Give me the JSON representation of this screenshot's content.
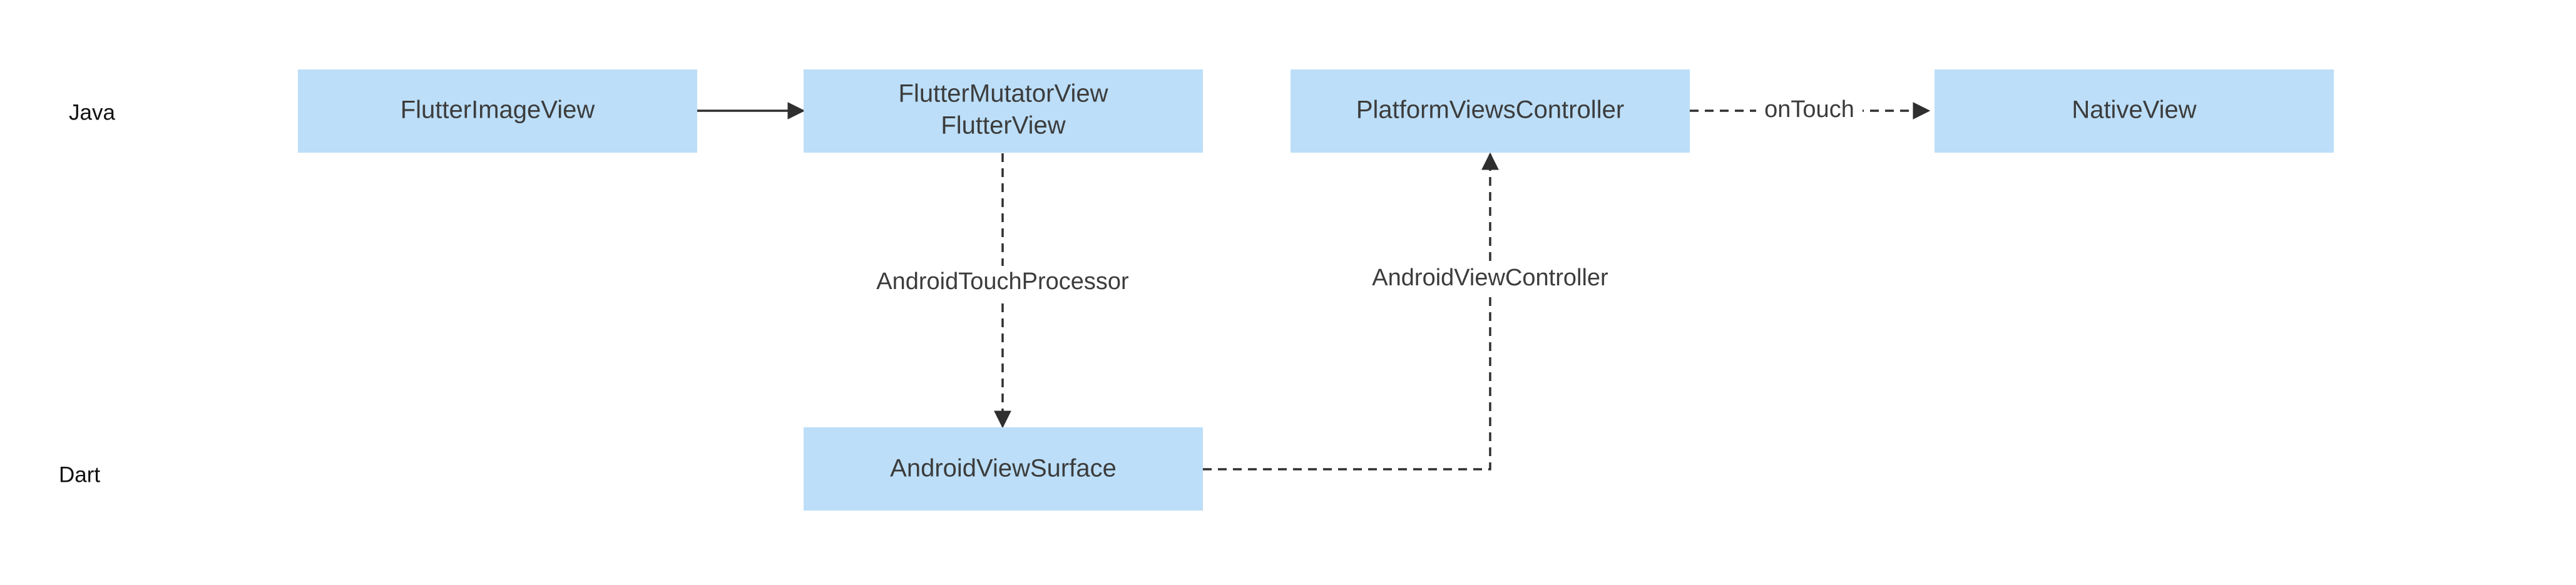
{
  "lanes": {
    "java": "Java",
    "dart": "Dart"
  },
  "nodes": {
    "flutter_image_view": "FlutterImageView",
    "flutter_mutator_view": "FlutterMutatorView",
    "flutter_view": "FlutterView",
    "platform_views_controller": "PlatformViewsController",
    "native_view": "NativeView",
    "android_view_surface": "AndroidViewSurface"
  },
  "edges": {
    "android_touch_processor": "AndroidTouchProcessor",
    "android_view_controller": "AndroidViewController",
    "on_touch": "onTouch"
  },
  "colors": {
    "node_fill": "#bcdef8",
    "node_text": "#3c3c3c",
    "edge": "#2f2f2f"
  }
}
